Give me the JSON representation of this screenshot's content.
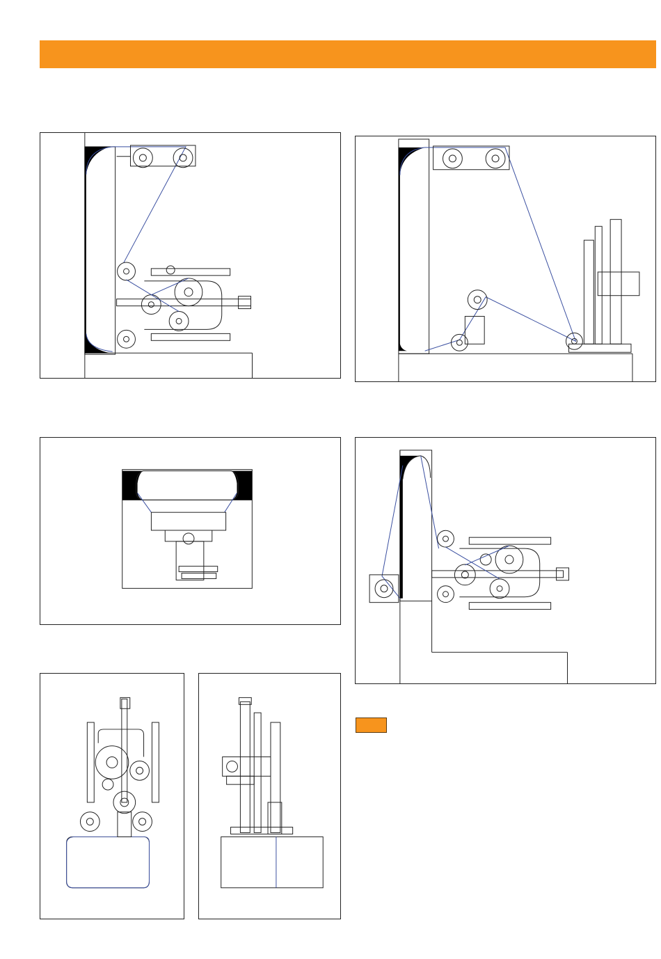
{
  "colors": {
    "accent": "#f7941d",
    "wire": "#3a4fa0",
    "line": "#222222"
  },
  "header": {
    "title": ""
  },
  "figures": [
    {
      "id": "fig-side-view-a",
      "icon": "wire-saw-side-view-drawing"
    },
    {
      "id": "fig-perspective-view",
      "icon": "wire-saw-perspective-drawing"
    },
    {
      "id": "fig-top-view",
      "icon": "wire-saw-top-view-drawing"
    },
    {
      "id": "fig-side-view-b",
      "icon": "wire-saw-pulley-arrangement-drawing"
    },
    {
      "id": "fig-front-view",
      "icon": "wire-saw-front-view-drawing"
    },
    {
      "id": "fig-profile-view",
      "icon": "wire-saw-profile-view-drawing"
    }
  ],
  "note": {
    "label": ""
  }
}
